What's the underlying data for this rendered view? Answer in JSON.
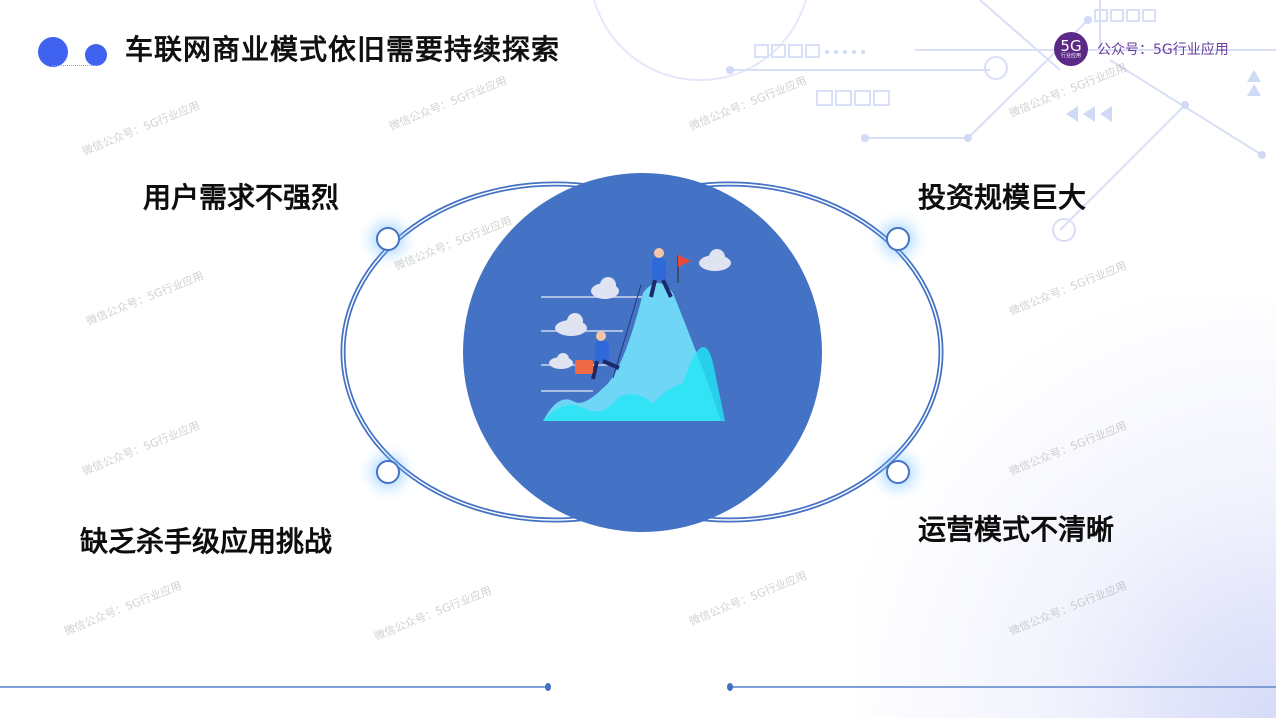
{
  "header": {
    "title": "车联网商业模式依旧需要持续探索",
    "brand": {
      "logo_main": "5G",
      "logo_sub": "行业应用",
      "text": "公众号：5G行业应用"
    }
  },
  "items": {
    "top_left": "用户需求不强烈",
    "top_right": "投资规模巨大",
    "bottom_left": "缺乏杀手级应用挑战",
    "bottom_right": "运营模式不清晰"
  },
  "illustration": {
    "description": "mountain-climbing-businessmen"
  },
  "watermark": {
    "text": "微信公众号：5G行业应用"
  },
  "colors": {
    "accent": "#3f63f0",
    "circle": "#4472c4",
    "brand": "#5b2a86",
    "mountain_light": "#6fd6f5",
    "mountain_bright": "#22e6f5"
  }
}
